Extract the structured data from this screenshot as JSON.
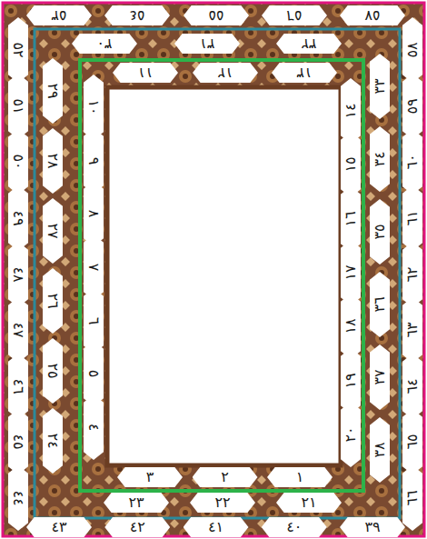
{
  "diagram": {
    "labels": [
      "١",
      "٢",
      "٣",
      "٤",
      "٥",
      "٦",
      "٧",
      "٨",
      "٩",
      "١٠",
      "١١",
      "١٢",
      "١٣",
      "١٤",
      "١٥",
      "١٦",
      "١٧",
      "١٨",
      "١٩",
      "٢٠",
      "٢١",
      "٢٢",
      "٢٣",
      "٢٤",
      "٢٥",
      "٢٦",
      "٢٧",
      "٢٨",
      "٢٩",
      "٣٠",
      "٣١",
      "٣٢",
      "٣٣",
      "٣٤",
      "٣٥",
      "٣٦",
      "٣٧",
      "٣٨",
      "٣٩",
      "٤٠",
      "٤١",
      "٤٢",
      "٤٣",
      "٤٤",
      "٤٥",
      "٤٦",
      "٤٧",
      "٤٨",
      "٤٩",
      "٥٠",
      "٥١",
      "٥٢",
      "٥٣",
      "٥٤",
      "٥٥",
      "٥٦",
      "٥٧",
      "٥٨",
      "٥٩",
      "٦٠",
      "٦١",
      "٦٢",
      "٦٣",
      "٦٤",
      "٦٥",
      "٦٦"
    ]
  }
}
